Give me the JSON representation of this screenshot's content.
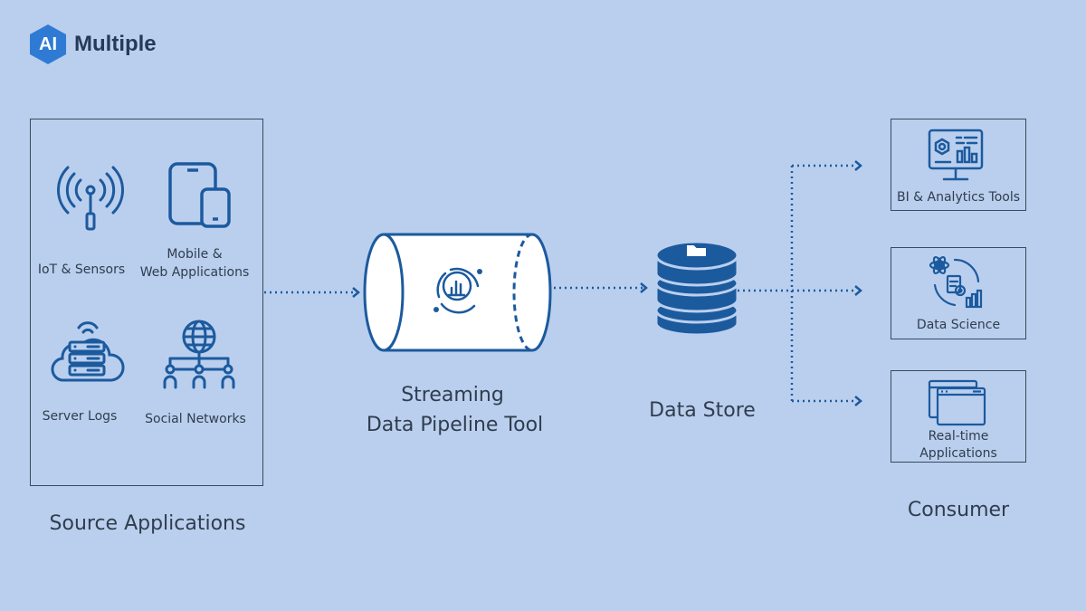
{
  "brand": {
    "badge": "AI",
    "name": "Multiple",
    "color": "#2f7bd4"
  },
  "source": {
    "title": "Source Applications",
    "items": [
      {
        "label": "IoT & Sensors",
        "icon": "antenna-icon"
      },
      {
        "label_line1": "Mobile &",
        "label_line2": "Web Applications",
        "icon": "devices-icon"
      },
      {
        "label": "Server Logs",
        "icon": "server-cloud-icon"
      },
      {
        "label": "Social Networks",
        "icon": "network-globe-icon"
      }
    ]
  },
  "pipeline": {
    "line1": "Streaming",
    "line2": "Data Pipeline Tool",
    "icon": "pipe-chart-icon"
  },
  "store": {
    "label": "Data Store",
    "icon": "database-icon"
  },
  "consumer": {
    "title": "Consumer",
    "items": [
      {
        "label": "BI & Analytics Tools",
        "icon": "dashboard-monitor-icon"
      },
      {
        "label": "Data Science",
        "icon": "data-science-icon"
      },
      {
        "label_line1": "Real-time",
        "label_line2": "Applications",
        "icon": "app-windows-icon"
      }
    ]
  },
  "colors": {
    "background": "#bacfee",
    "icon": "#1c5a9e",
    "arrow": "#1c5a9e",
    "text": "#2f3d4e"
  }
}
